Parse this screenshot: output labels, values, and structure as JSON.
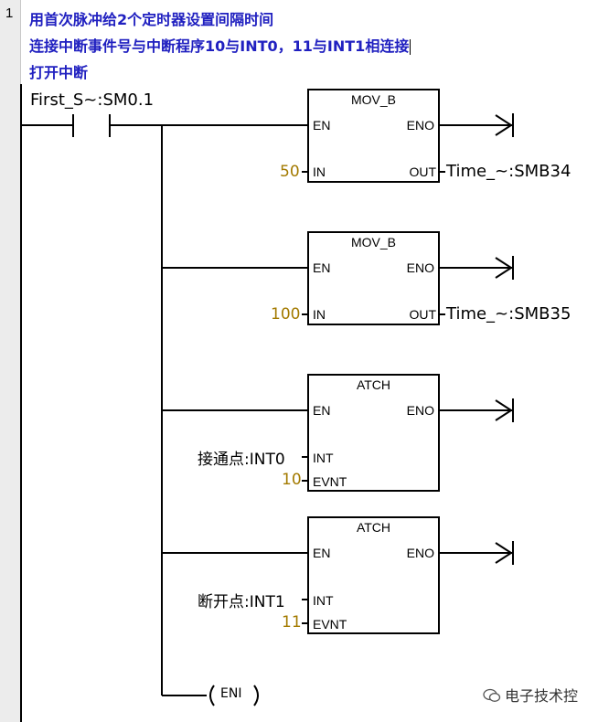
{
  "rung": {
    "number": "1"
  },
  "comments": [
    "用首次脉冲给2个定时器设置间隔时间",
    "连接中断事件号与中断程序10与INT0，11与INT1相连接",
    "打开中断"
  ],
  "contact": {
    "label": "First_S~:SM0.1"
  },
  "blocks": [
    {
      "name": "MOV_B",
      "pin_en": "EN",
      "pin_eno": "ENO",
      "in_pin": "IN",
      "in_value": "50",
      "out_pin": "OUT",
      "out_value": "Time_~:SMB34"
    },
    {
      "name": "MOV_B",
      "pin_en": "EN",
      "pin_eno": "ENO",
      "in_pin": "IN",
      "in_value": "100",
      "out_pin": "OUT",
      "out_value": "Time_~:SMB35"
    },
    {
      "name": "ATCH",
      "pin_en": "EN",
      "pin_eno": "ENO",
      "int_pin": "INT",
      "int_value": "接通点:INT0",
      "evnt_pin": "EVNT",
      "evnt_value": "10"
    },
    {
      "name": "ATCH",
      "pin_en": "EN",
      "pin_eno": "ENO",
      "int_pin": "INT",
      "int_value": "断开点:INT1",
      "evnt_pin": "EVNT",
      "evnt_value": "11"
    }
  ],
  "coil": {
    "label": "ENI"
  },
  "watermark": {
    "text": "电子技术控"
  },
  "colors": {
    "comment": "#2020c0",
    "constant": "#a37a00",
    "wire": "#000000"
  }
}
